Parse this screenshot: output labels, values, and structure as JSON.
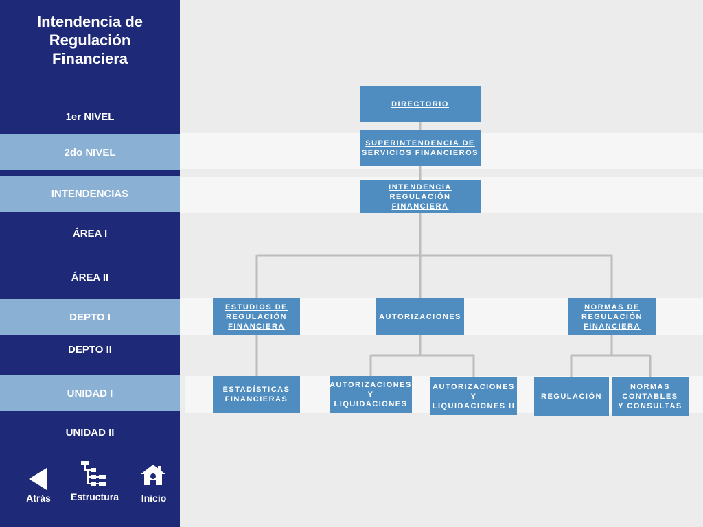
{
  "sidebar": {
    "title": "Intendencia de\nRegulación\nFinanciera",
    "levels": [
      {
        "label": "1er NIVEL"
      },
      {
        "label": "2do NIVEL"
      },
      {
        "label": "INTENDENCIAS"
      },
      {
        "label": "ÁREA I"
      },
      {
        "label": "ÁREA II"
      },
      {
        "label": "DEPTO I"
      },
      {
        "label": "DEPTO II"
      },
      {
        "label": "UNIDAD  I"
      },
      {
        "label": "UNIDAD II"
      }
    ],
    "nav": {
      "back_label": "Atrás",
      "back_icon": "back-arrow-icon",
      "structure_label": "Estructura",
      "structure_icon": "org-chart-icon",
      "home_label": "Inicio",
      "home_icon": "home-icon"
    }
  },
  "org": {
    "directorio": "DIRECTORIO",
    "superintendencia": "SUPERINTENDENCIA DE\nSERVICIOS FINANCIEROS",
    "intendencia": "INTENDENCIA\nREGULACIÓN FINANCIERA",
    "estudios": "ESTUDIOS DE\nREGULACIÓN \nFINANCIERA",
    "autorizaciones": "AUTORIZACIONES",
    "normas": "NORMAS DE\nREGULACIÓN\nFINANCIERA",
    "estadisticas": "ESTADÍSTICAS\nFINANCIERAS",
    "autorizaciones_liq_1": "AUTORIZACIONES\nY\nLIQUIDACIONES",
    "autorizaciones_liq_2": "AUTORIZACIONES\nY\nLIQUIDACIONES II",
    "regulacion": "REGULACIÓN",
    "normas_contables": "NORMAS\nCONTABLES\nY CONSULTAS"
  },
  "colors": {
    "sidebar": "#1e2a78",
    "highlight": "#8ab0d4",
    "box": "#4f8dc1",
    "connector": "#bdbdbd",
    "background": "#ececec",
    "band": "#f6f6f6"
  }
}
